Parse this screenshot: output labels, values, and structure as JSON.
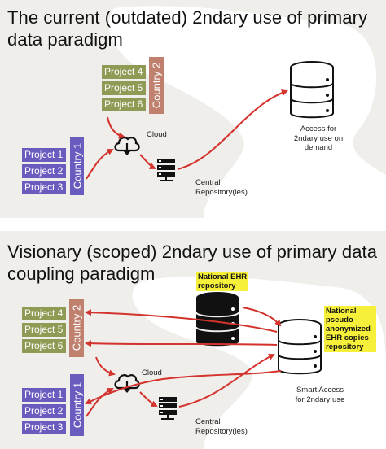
{
  "top": {
    "title_line1": "The current (outdated) 2ndary use of primary",
    "title_line2": "data paradigm",
    "projects_upper": [
      "Project 4",
      "Project 5",
      "Project 6"
    ],
    "projects_lower": [
      "Project 1",
      "Project 2",
      "Project 3"
    ],
    "country_upper": "Country 2",
    "country_lower": "Country 1",
    "cloud_label": "Cloud",
    "central_label_1": "Central",
    "central_label_2": "Repository(ies)",
    "access_label": [
      "Access for",
      "2ndary use on",
      "demand"
    ]
  },
  "bottom": {
    "title_line1": "Visionary (scoped) 2ndary use of primary data",
    "title_line2": "coupling paradigm",
    "projects_upper": [
      "Project 4",
      "Project 5",
      "Project 6"
    ],
    "projects_lower": [
      "Project 1",
      "Project 2",
      "Project 3"
    ],
    "country_upper": "Country 2",
    "country_lower": "Country 1",
    "cloud_label": "Cloud",
    "central_label_1": "Central",
    "central_label_2": "Repository(ies)",
    "national_ehr": [
      "National EHR",
      "repository"
    ],
    "national_pseudo": [
      "National",
      "pseudo -",
      "anonymized",
      "EHR copies",
      "repository"
    ],
    "smart_access": [
      "Smart Access",
      "for 2ndary use"
    ]
  },
  "colors": {
    "project_purple": "#6a5bbe",
    "project_olive": "#8f9a55",
    "country2_brown": "#c0806e",
    "arrow_red": "#d4322c",
    "highlight_yellow": "#f6f03b",
    "panel_bg": "#efeeeb"
  }
}
